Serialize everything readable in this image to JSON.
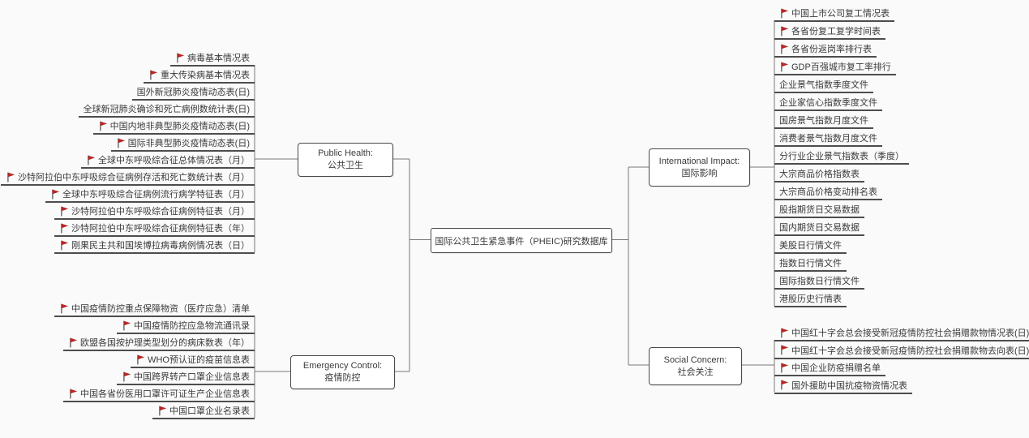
{
  "root": {
    "label": "国际公共卫生紧急事件（PHEIC)研究数据库"
  },
  "branches": [
    {
      "id": "public-health",
      "title_en": "Public Health:",
      "title_zh": "公共卫生",
      "items": [
        {
          "label": "病毒基本情况表",
          "flag": true
        },
        {
          "label": "重大传染病基本情况表",
          "flag": true
        },
        {
          "label": "国外新冠肺炎疫情动态表(日)",
          "flag": false
        },
        {
          "label": "全球新冠肺炎确诊和死亡病例数统计表(日)",
          "flag": false
        },
        {
          "label": "中国内地非典型肺炎疫情动态表(日)",
          "flag": true
        },
        {
          "label": "国际非典型肺炎疫情动态表(日)",
          "flag": true
        },
        {
          "label": "全球中东呼吸综合征总体情况表（月）",
          "flag": true
        },
        {
          "label": "沙特阿拉伯中东呼吸综合征病例存活和死亡数统计表（月）",
          "flag": true
        },
        {
          "label": "全球中东呼吸综合征病例流行病学特征表（月）",
          "flag": true
        },
        {
          "label": "沙特阿拉伯中东呼吸综合征病例特征表（月）",
          "flag": true
        },
        {
          "label": "沙特阿拉伯中东呼吸综合征病例特征表（年）",
          "flag": true
        },
        {
          "label": "刚果民主共和国埃博拉病毒病例情况表（日）",
          "flag": true
        }
      ]
    },
    {
      "id": "emergency-control",
      "title_en": "Emergency Control:",
      "title_zh": "疫情防控",
      "items": [
        {
          "label": "中国疫情防控重点保障物资（医疗应急）清单",
          "flag": true
        },
        {
          "label": "中国疫情防控应急物流通讯录",
          "flag": true
        },
        {
          "label": "欧盟各国按护理类型划分的病床数表（年）",
          "flag": true
        },
        {
          "label": "WHO预认证的疫苗信息表",
          "flag": true
        },
        {
          "label": "中国跨界转产口罩企业信息表",
          "flag": true
        },
        {
          "label": "中国各省份医用口罩许可证生产企业信息表",
          "flag": true
        },
        {
          "label": "中国口罩企业名录表",
          "flag": true
        }
      ]
    },
    {
      "id": "international-impact",
      "title_en": "International Impact:",
      "title_zh": "国际影响",
      "items": [
        {
          "label": "中国上市公司复工情况表",
          "flag": true
        },
        {
          "label": "各省份复工复学时间表",
          "flag": true
        },
        {
          "label": "各省份返岗率排行表",
          "flag": true
        },
        {
          "label": "GDP百强城市复工率排行",
          "flag": true
        },
        {
          "label": "企业景气指数季度文件",
          "flag": false
        },
        {
          "label": "企业家信心指数季度文件",
          "flag": false
        },
        {
          "label": "国房景气指数月度文件",
          "flag": false
        },
        {
          "label": "消费者景气指数月度文件",
          "flag": false
        },
        {
          "label": "分行业企业景气指数表（季度）",
          "flag": false
        },
        {
          "label": "大宗商品价格指数表",
          "flag": false
        },
        {
          "label": "大宗商品价格变动排名表",
          "flag": false
        },
        {
          "label": "股指期货日交易数据",
          "flag": false
        },
        {
          "label": "国内期货日交易数据",
          "flag": false
        },
        {
          "label": "美股日行情文件",
          "flag": false
        },
        {
          "label": "指数日行情文件",
          "flag": false
        },
        {
          "label": "国际指数日行情文件",
          "flag": false
        },
        {
          "label": "港股历史行情表",
          "flag": false
        }
      ]
    },
    {
      "id": "social-concern",
      "title_en": "Social Concern:",
      "title_zh": "社会关注",
      "items": [
        {
          "label": "中国红十字会总会接受新冠疫情防控社会捐赠款物情况表(日)",
          "flag": true
        },
        {
          "label": "中国红十字会总会接受新冠疫情防控社会捐赠款物去向表(日)",
          "flag": true
        },
        {
          "label": "中国企业防疫捐赠名单",
          "flag": true
        },
        {
          "label": "国外援助中国抗疫物资情况表",
          "flag": true
        }
      ]
    }
  ],
  "colors": {
    "background": "#fafafa",
    "box_background": "#ffffff",
    "box_border": "#4a4a4a",
    "underline": "#4d4d4d",
    "connector": "#787878",
    "text": "#3a3a3a",
    "flag_red": "#c9211e",
    "flag_pole": "#4a4a4a"
  }
}
